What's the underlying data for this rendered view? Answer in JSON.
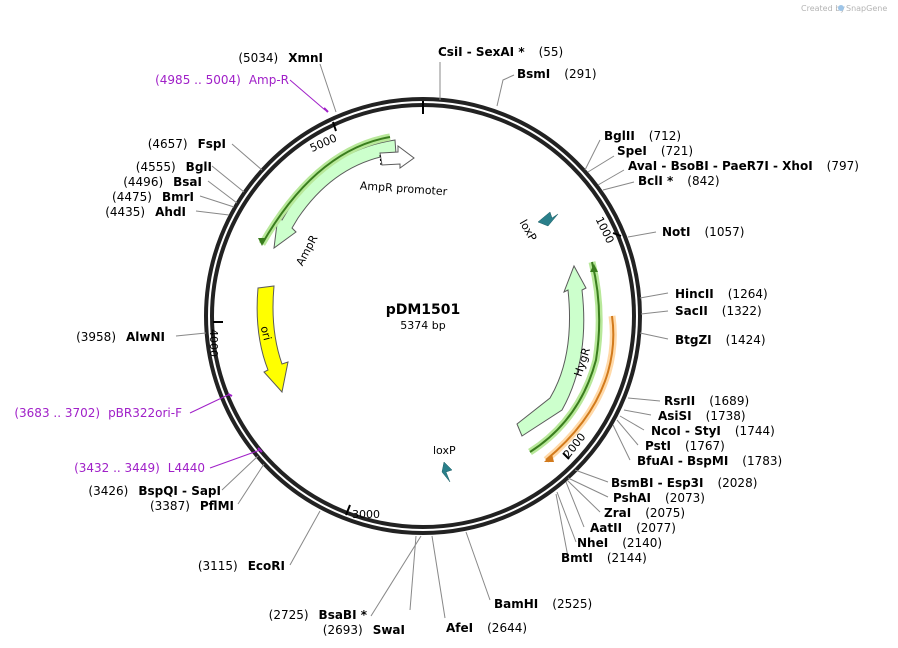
{
  "credit": {
    "created_by": "Created by",
    "brand": "SnapGene"
  },
  "plasmid": {
    "name": "pDM1501",
    "size": "5374 bp"
  },
  "ticks": [
    "1000",
    "2000",
    "3000",
    "4000",
    "5000"
  ],
  "features": [
    {
      "id": "hygr",
      "label": "HygR",
      "color": "#ccffcc"
    },
    {
      "id": "ampr",
      "label": "AmpR",
      "color": "#ccffcc"
    },
    {
      "id": "ampr_promoter",
      "label": "AmpR promoter",
      "color": "#ffffff"
    },
    {
      "id": "ori",
      "label": "ori",
      "color": "#ffff00"
    },
    {
      "id": "loxp1",
      "label": "loxP",
      "color": "#2a7f8a"
    },
    {
      "id": "loxp2",
      "label": "loxP",
      "color": "#2a7f8a"
    }
  ],
  "sites_right": [
    {
      "name": "CsiI  - SexAI *",
      "pos": "(55)"
    },
    {
      "name": "BsmI",
      "pos": "(291)"
    },
    {
      "name": "BglII",
      "pos": "(712)"
    },
    {
      "name": "SpeI",
      "pos": "(721)"
    },
    {
      "name": "AvaI  - BsoBI  - PaeR7I  - XhoI",
      "pos": "(797)"
    },
    {
      "name": "BclI *",
      "pos": "(842)"
    },
    {
      "name": "NotI",
      "pos": "(1057)"
    },
    {
      "name": "HincII",
      "pos": "(1264)"
    },
    {
      "name": "SacII",
      "pos": "(1322)"
    },
    {
      "name": "BtgZI",
      "pos": "(1424)"
    },
    {
      "name": "RsrII",
      "pos": "(1689)"
    },
    {
      "name": "AsiSI",
      "pos": "(1738)"
    },
    {
      "name": "NcoI  - StyI",
      "pos": "(1744)"
    },
    {
      "name": "PstI",
      "pos": "(1767)"
    },
    {
      "name": "BfuAI  - BspMI",
      "pos": "(1783)"
    },
    {
      "name": "BsmBI  - Esp3I",
      "pos": "(2028)"
    },
    {
      "name": "PshAI",
      "pos": "(2073)"
    },
    {
      "name": "ZraI",
      "pos": "(2075)"
    },
    {
      "name": "AatII",
      "pos": "(2077)"
    },
    {
      "name": "NheI",
      "pos": "(2140)"
    },
    {
      "name": "BmtI",
      "pos": "(2144)"
    },
    {
      "name": "BamHI",
      "pos": "(2525)"
    },
    {
      "name": "AfeI",
      "pos": "(2644)"
    }
  ],
  "sites_left": [
    {
      "name": "XmnI",
      "pos": "(5034)"
    },
    {
      "name": "FspI",
      "pos": "(4657)"
    },
    {
      "name": "BglI",
      "pos": "(4555)"
    },
    {
      "name": "BsaI",
      "pos": "(4496)"
    },
    {
      "name": "BmrI",
      "pos": "(4475)"
    },
    {
      "name": "AhdI",
      "pos": "(4435)"
    },
    {
      "name": "AlwNI",
      "pos": "(3958)"
    },
    {
      "name": "BspQI  - SapI",
      "pos": "(3426)"
    },
    {
      "name": "PflMI",
      "pos": "(3387)"
    },
    {
      "name": "EcoRI",
      "pos": "(3115)"
    },
    {
      "name": "BsaBI *",
      "pos": "(2725)"
    },
    {
      "name": "SwaI",
      "pos": "(2693)"
    }
  ],
  "primers": [
    {
      "range": "(4985 .. 5004)",
      "name": "Amp-R"
    },
    {
      "range": "(3683 .. 3702)",
      "name": "pBR322ori-F"
    },
    {
      "range": "(3432 .. 3449)",
      "name": "L4440"
    }
  ]
}
